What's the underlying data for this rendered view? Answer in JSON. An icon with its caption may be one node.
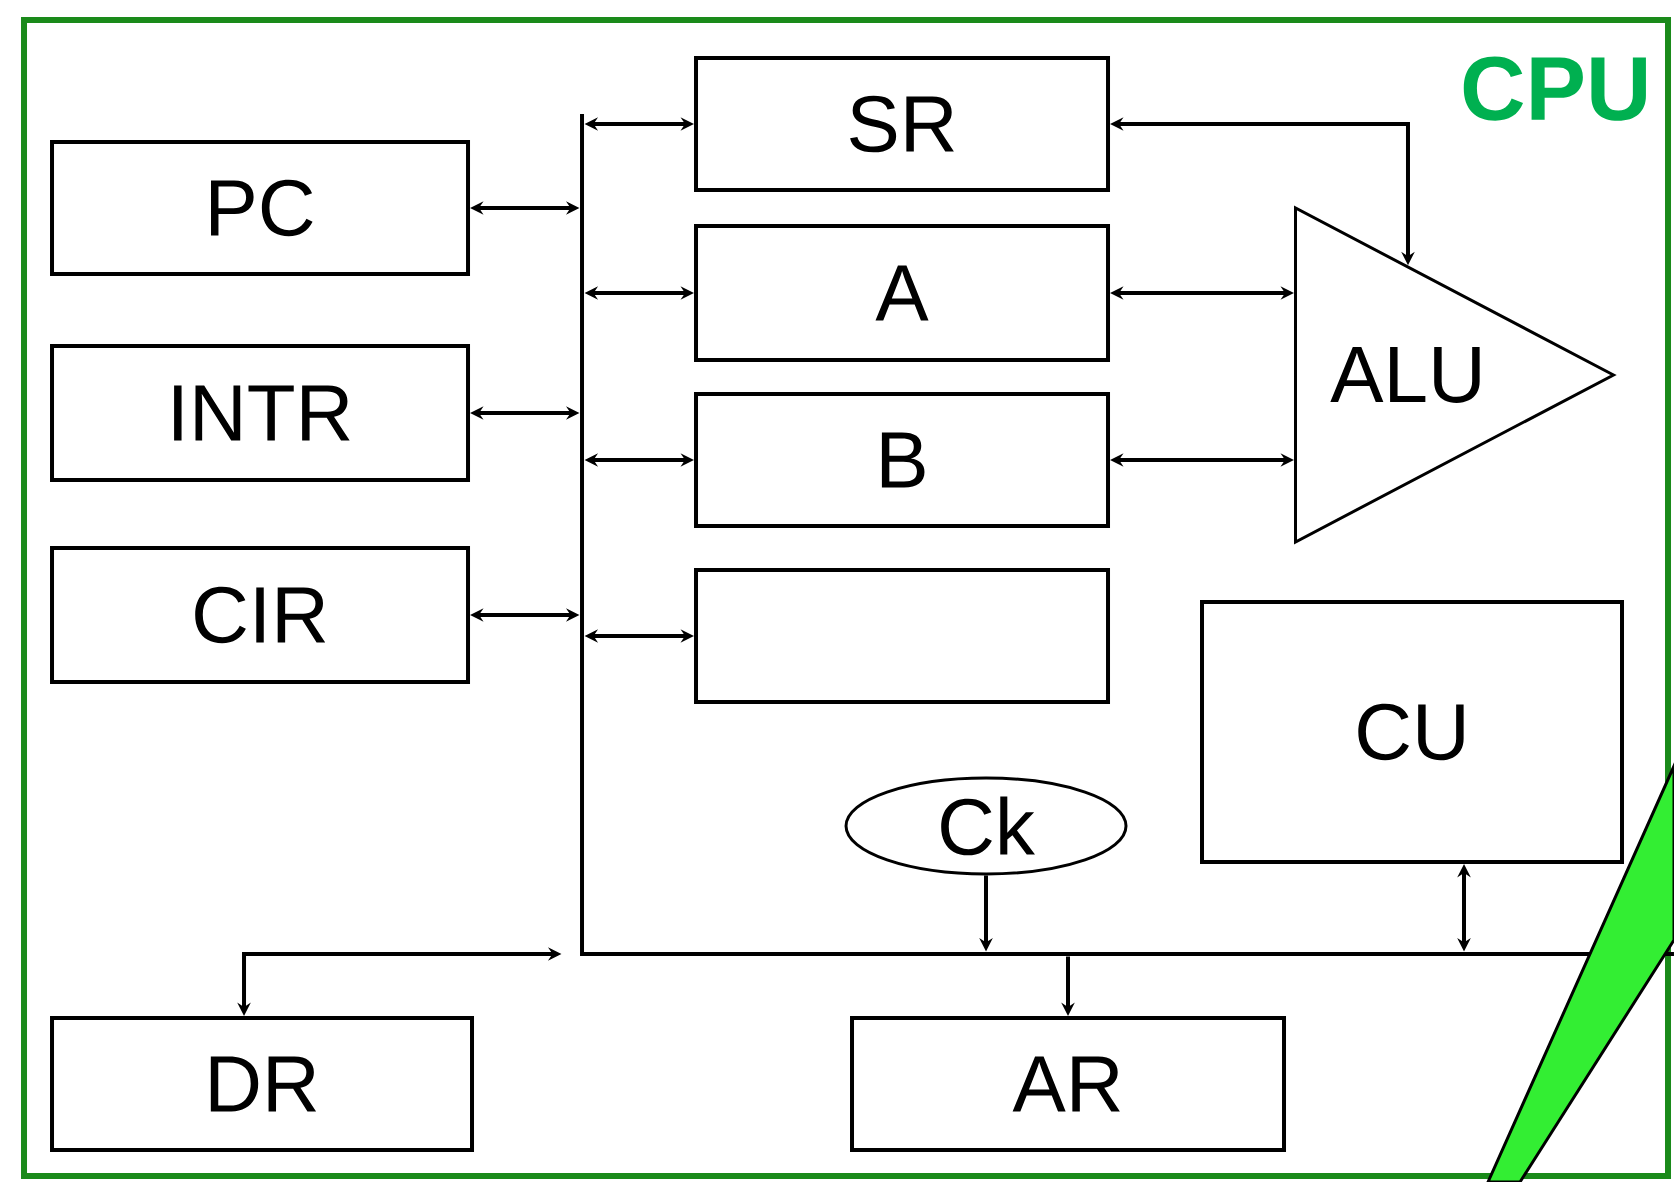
{
  "diagram": {
    "nodes": [
      {
        "text": [
          "CPU"
        ]
      },
      {
        "text": [
          "PC"
        ],
        "in": 0
      },
      {
        "text": [
          "INTR"
        ],
        "in": 0
      },
      {
        "text": [
          "CIR"
        ],
        "in": 0
      },
      {
        "text": [
          "SR"
        ],
        "in": 0
      },
      {
        "text": [
          "A"
        ],
        "in": 0
      },
      {
        "text": [
          "B"
        ],
        "in": 0
      },
      {
        "text": [],
        "shape": "box",
        "in": 0
      },
      {
        "text": [
          "ALU"
        ],
        "in": 0
      },
      {
        "text": [
          "CU"
        ],
        "in": 0
      },
      {
        "text": [
          "Ck"
        ],
        "in": 0
      },
      {
        "text": [
          "DR"
        ],
        "in": 0
      },
      {
        "text": [
          "AR"
        ],
        "in": 0
      },
      {
        "text": [],
        "shape": "bar",
        "in": 0
      },
      {
        "text": [],
        "shape": "bar",
        "in": 0
      }
    ],
    "edges": [
      {
        "from": 1,
        "to": 13,
        "arrow": "both"
      },
      {
        "from": 2,
        "to": 13,
        "arrow": "both"
      },
      {
        "from": 3,
        "to": 13,
        "arrow": "both"
      },
      {
        "from": 13,
        "to": 4,
        "arrow": "both"
      },
      {
        "from": 13,
        "to": 5,
        "arrow": "both"
      },
      {
        "from": 13,
        "to": 6,
        "arrow": "both"
      },
      {
        "from": 13,
        "to": 7,
        "arrow": "both"
      },
      {
        "from": 5,
        "to": 8,
        "arrow": "both"
      },
      {
        "from": 6,
        "to": 8,
        "arrow": "both"
      },
      {
        "from": 8,
        "to": 4,
        "arrow": "both"
      },
      {
        "from": 10,
        "to": 14,
        "arrow": "to"
      },
      {
        "from": 14,
        "to": 12,
        "arrow": "to"
      },
      {
        "from": 9,
        "to": 14,
        "arrow": "both"
      },
      {
        "from": 14,
        "to": 11,
        "arrow": "both"
      }
    ]
  }
}
